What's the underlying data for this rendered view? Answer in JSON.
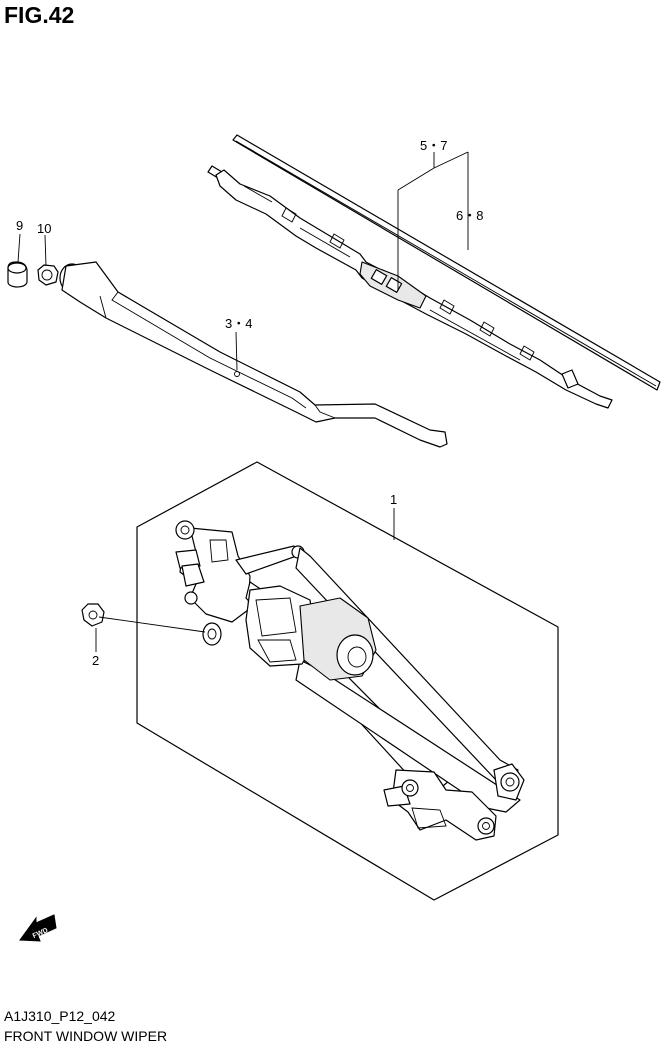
{
  "figure": {
    "title": "FIG.42",
    "code": "A1J310_P12_042",
    "caption": "FRONT WINDOW WIPER"
  },
  "callouts": {
    "p1": "1",
    "p2": "2",
    "p34": "3・4",
    "p57": "5・7",
    "p68": "6・8",
    "p9": "9",
    "p10": "10"
  },
  "direction_marker": {
    "label": "FWD",
    "icon": "fwd-arrow-icon"
  }
}
